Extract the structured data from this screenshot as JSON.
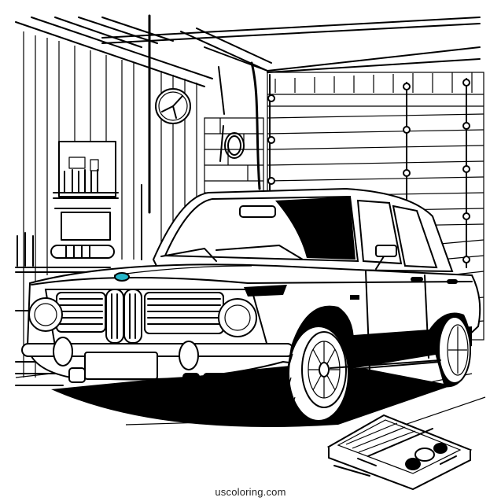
{
  "illustration": {
    "subject": "Classic BMW sedan parked in a garage (coloring page line art)",
    "style": "black-and-white line art",
    "elements": [
      "garage ceiling beams",
      "wall clock",
      "tool shelf",
      "bottles",
      "roll-up garage door",
      "hose on wall",
      "classic sedan",
      "kidney grille",
      "round headlights",
      "bumper",
      "license plate",
      "wire-spoke wheels",
      "toolbox on floor"
    ],
    "colors": {
      "ink": "#000000",
      "paper": "#ffffff",
      "badge_accent": "#27b6c9"
    }
  },
  "clock": {
    "hour_hand": "8",
    "minute_hand": "~1"
  },
  "license_plate": {
    "text": ""
  },
  "footer": {
    "caption": "uscoloring.com"
  }
}
